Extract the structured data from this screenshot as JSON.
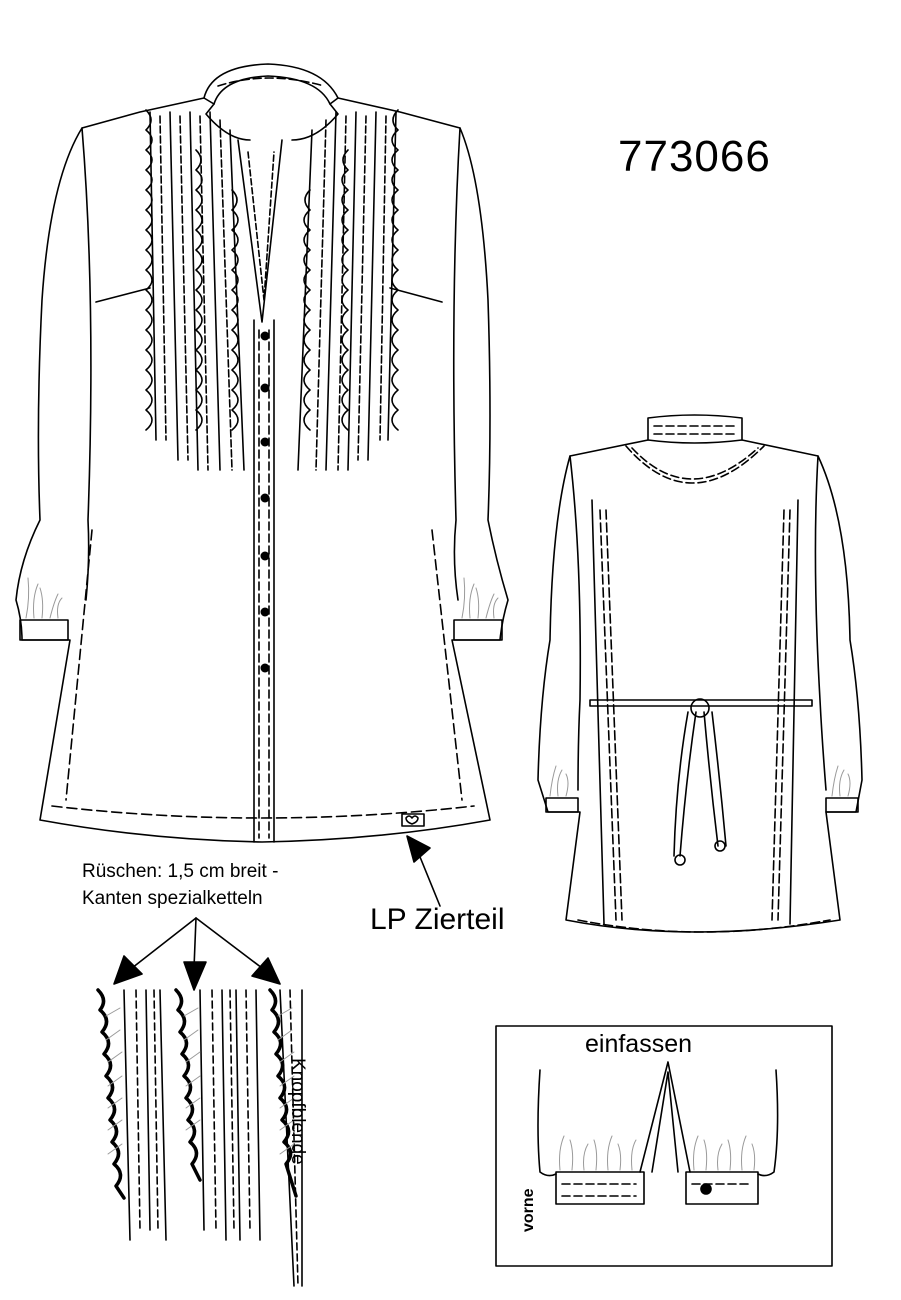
{
  "model_number": "773066",
  "ruffle_note": "Rüschen: 1,5 cm breit -\nKanten spezialketteln",
  "lp_label": "LP Zierteil",
  "detail_title": "einfassen",
  "placket_label": "Knopfblende",
  "front_label": "vorne",
  "colors": {
    "line": "#000000",
    "gather": "#9a9a9a",
    "paper": "#ffffff"
  }
}
